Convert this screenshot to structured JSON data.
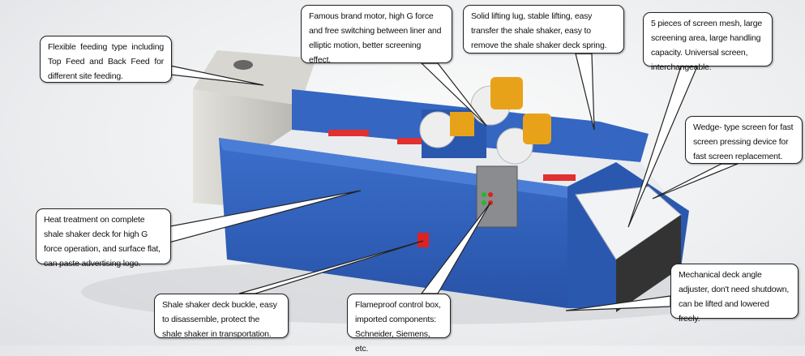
{
  "callouts": {
    "feeding": "Flexible feeding type including Top Feed and Back Feed for different site feeding.",
    "motor": "Famous brand motor, high G force and free switching between liner and elliptic motion, better screening effect.",
    "lifting": "Solid lifting lug, stable lifting, easy transfer the shale shaker, easy to remove the shale shaker deck spring.",
    "screen": "5 pieces of screen mesh, large screening area, large handling capacity. Universal screen, interchangeable.",
    "wedge": "Wedge- type screen for fast screen pressing device for fast screen replacement.",
    "heat": "Heat treatment on complete shale shaker deck for high G force operation, and surface flat, can paste advertising logo.",
    "buckle": "Shale shaker deck buckle, easy to disassemble, protect the shale shaker in transportation.",
    "control": "Flameproof control box, imported components: Schneider, Siemens, etc.",
    "adjuster": "Mechanical deck angle adjuster, don't need shutdown, can be lifted and lowered freely."
  },
  "colors": {
    "body": "#2f5fb8",
    "accent": "#e8a21a",
    "rubber": "#e03030"
  }
}
